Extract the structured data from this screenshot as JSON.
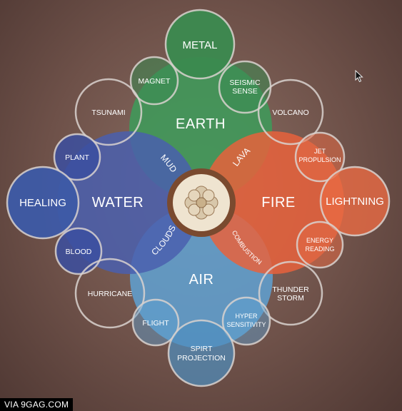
{
  "elements": {
    "earth": "EARTH",
    "water": "WATER",
    "fire": "FIRE",
    "air": "AIR"
  },
  "combinations": {
    "mud": "MUD",
    "lava": "LAVA",
    "clouds": "CLOUDS",
    "combustion": "COMBUSTION"
  },
  "sub_skills": {
    "metal": "METAL",
    "magnet": "MAGNET",
    "seismic_1": "SEISMIC",
    "seismic_2": "SENSE",
    "tsunami": "TSUNAMI",
    "volcano": "VOLCANO",
    "plant": "PLANT",
    "healing": "HEALING",
    "blood": "BLOOD",
    "jet_1": "JET",
    "jet_2": "PROPULSION",
    "lightning": "LIGHTNING",
    "energy_1": "ENERGY",
    "energy_2": "READING",
    "hurricane": "HURRICANE",
    "thunder_1": "THUNDER",
    "thunder_2": "STORM",
    "flight": "FLIGHT",
    "hyper_1": "HYPER",
    "hyper_2": "SENSITIVITY",
    "spirit_1": "SPIRT",
    "spirit_2": "PROJECTION"
  },
  "colors": {
    "earth": "#3f9a5a",
    "water": "#4a5fae",
    "fire": "#e8623c",
    "air": "#5fa1d2",
    "hub": "#7a4a2f",
    "outline": "#d9d2cf"
  },
  "watermark": "VIA 9GAG.COM",
  "icons": [
    "lotus-tile-icon",
    "mouse-cursor-icon"
  ]
}
